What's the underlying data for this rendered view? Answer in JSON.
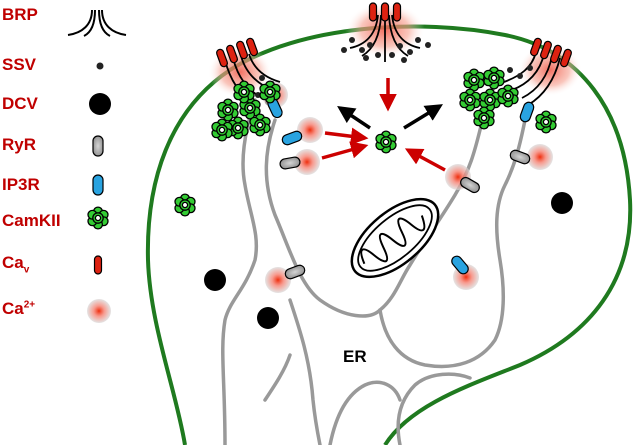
{
  "legend": {
    "brp": "BRP",
    "ssv": "SSV",
    "dcv": "DCV",
    "ryr": "RyR",
    "ip3r": "IP3R",
    "camkii": "CamKII",
    "cav_base": "Ca",
    "cav_sub": "v",
    "ca_base": "Ca",
    "ca_sup": "2+"
  },
  "diagram": {
    "er_label": "ER"
  },
  "colors": {
    "label": "#c00000",
    "membrane": "#1f7a1f",
    "er": "#999999",
    "camkii": "#33cc33",
    "ip3r": "#29a3e0",
    "ryr": "#999999",
    "cav": "#dd2211",
    "arrow_red": "#cc0000",
    "arrow_black": "#000000"
  }
}
